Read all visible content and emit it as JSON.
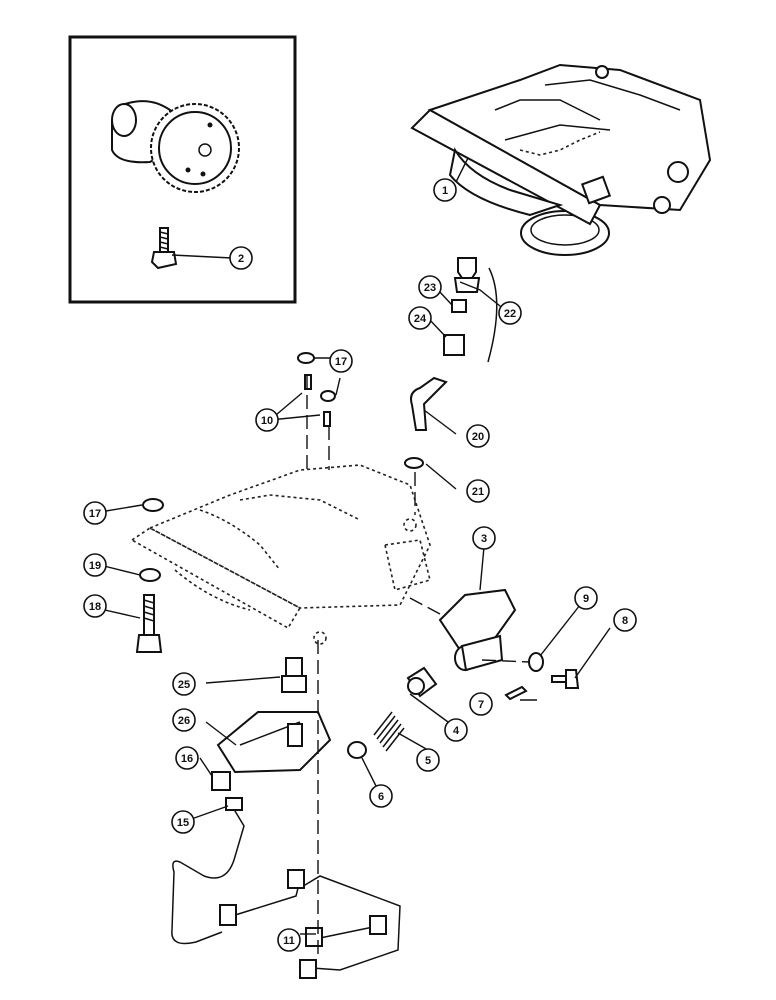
{
  "callouts": {
    "c1": "1",
    "c2": "2",
    "c3": "3",
    "c4": "4",
    "c5": "5",
    "c6": "6",
    "c7": "7",
    "c8": "8",
    "c9": "9",
    "c10": "10",
    "c11": "11",
    "c15": "15",
    "c16": "16",
    "c17a": "17",
    "c17b": "17",
    "c18": "18",
    "c19": "19",
    "c20": "20",
    "c21": "21",
    "c22": "22",
    "c23": "23",
    "c24": "24",
    "c25": "25",
    "c26": "26"
  }
}
